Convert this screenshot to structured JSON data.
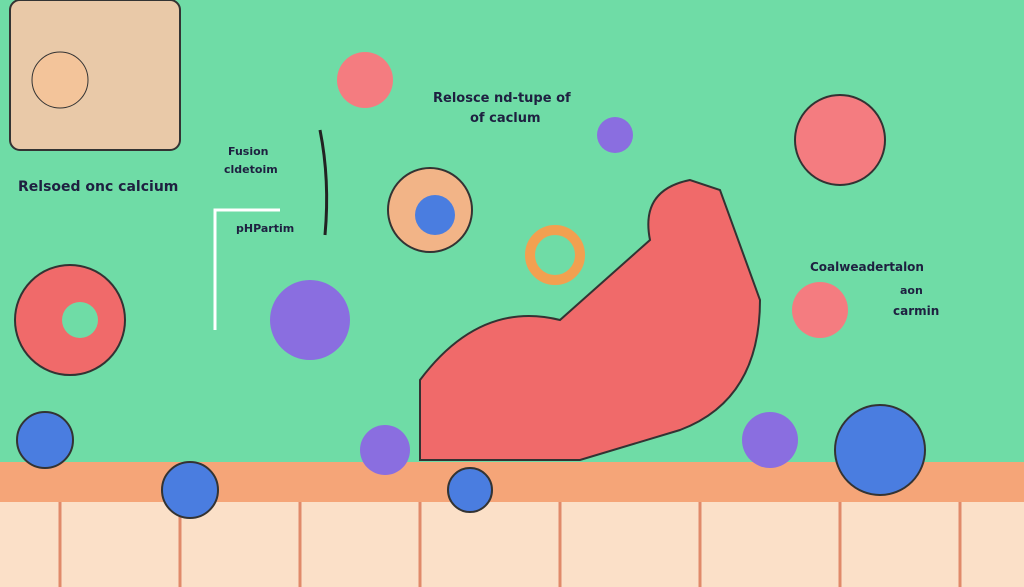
{
  "labels": {
    "top_center_line1": "Relosce nd-tupe of",
    "top_center_line2": "of caclum",
    "left": "Relsoed onc calcium",
    "fusion_line1": "Fusion",
    "fusion_line2": "cldetoim",
    "phrase": "pHPartim",
    "right_line1": "Coalweadertalon",
    "right_line2": "aon",
    "right_line3": "carmin"
  },
  "colors": {
    "background": "#6fdca6",
    "muscle": "#f06a6a",
    "membrane": "#f5a578",
    "vesicle": "#4a7de0",
    "cluster": "#8a6ee0"
  }
}
